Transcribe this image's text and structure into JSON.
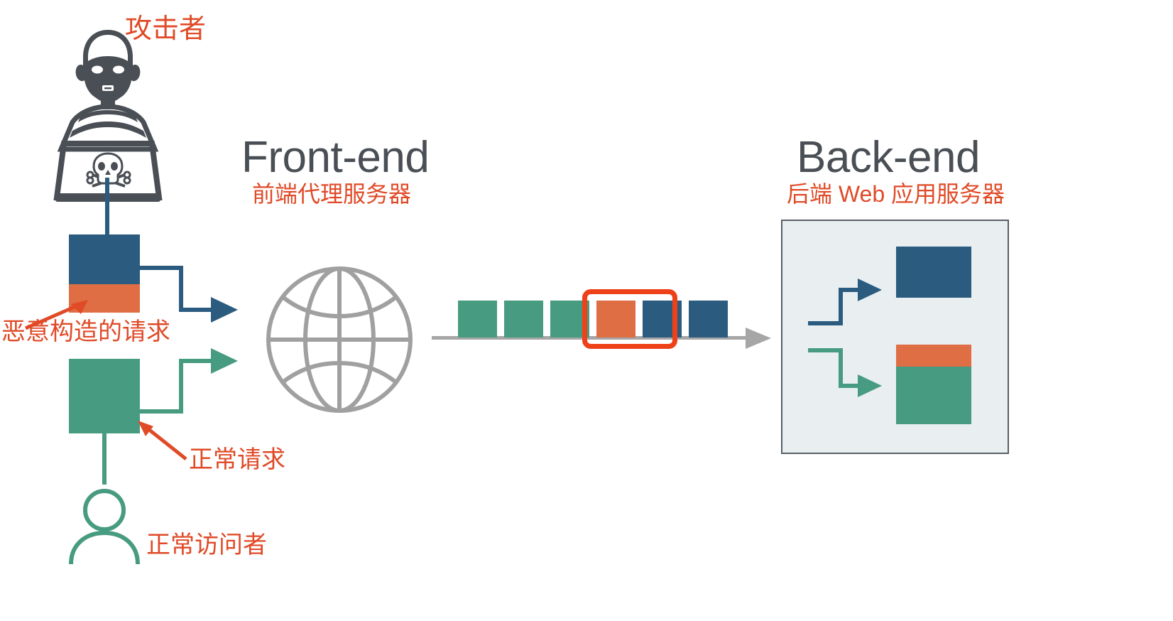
{
  "diagram": {
    "title_frontend_en": "Front-end",
    "title_frontend_zh": "前端代理服务器",
    "title_backend_en": "Back-end",
    "title_backend_zh": "后端 Web 应用服务器",
    "label_attacker": "攻击者",
    "label_malicious_request": "恶意构造的请求",
    "label_normal_request": "正常请求",
    "label_normal_visitor": "正常访问者"
  },
  "colors": {
    "blue": "#2B5C80",
    "orange": "#DF6E44",
    "green": "#479B80",
    "red_text": "#E04A27",
    "red_highlight": "#EE4019",
    "dark_text": "#4A4F55",
    "gray_line": "#A6A6A6",
    "panel_fill": "#E9EEF1",
    "panel_border": "#5A6068",
    "icon_gray": "#4A4F55"
  },
  "queue": {
    "blocks": [
      {
        "index": 0,
        "color_name": "green",
        "hex": "#479B80"
      },
      {
        "index": 1,
        "color_name": "green",
        "hex": "#479B80"
      },
      {
        "index": 2,
        "color_name": "green",
        "hex": "#479B80"
      },
      {
        "index": 3,
        "color_name": "orange",
        "hex": "#DF6E44"
      },
      {
        "index": 4,
        "color_name": "blue",
        "hex": "#2B5C80"
      },
      {
        "index": 5,
        "color_name": "blue",
        "hex": "#2B5C80"
      }
    ],
    "highlighted_indices": [
      3,
      4
    ]
  },
  "icons": {
    "attacker": "hacker-icon",
    "globe": "globe-icon",
    "visitor": "person-icon",
    "skull": "skull-and-crossbones-icon"
  }
}
